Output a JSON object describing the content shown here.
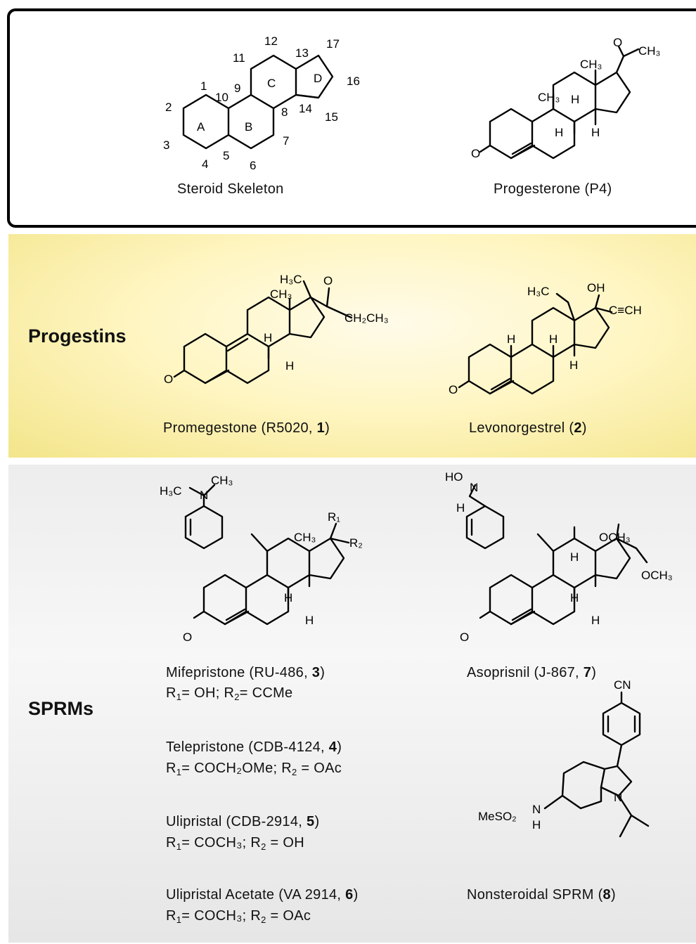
{
  "top": {
    "skeleton_caption": "Steroid Skeleton",
    "progesterone_caption": "Progesterone (P4)",
    "ring_letters": [
      "A",
      "B",
      "C",
      "D"
    ],
    "atom_numbers": [
      "1",
      "2",
      "3",
      "4",
      "5",
      "6",
      "7",
      "8",
      "9",
      "10",
      "11",
      "12",
      "13",
      "14",
      "15",
      "16",
      "17"
    ]
  },
  "progestins": {
    "label": "Progestins",
    "promegestone": {
      "name": "Promegestone (R5020, ",
      "num": "1",
      "close": ")"
    },
    "levonorgestrel": {
      "name": "Levonorgestrel (",
      "num": "2",
      "close": ")"
    }
  },
  "sprms": {
    "label": "SPRMs",
    "mifepristone": {
      "name": "Mifepristone (RU-486, ",
      "num": "3",
      "close": ")",
      "r1": "OH",
      "r2": "CCMe"
    },
    "telepristone": {
      "name": "Telepristone (CDB-4124, ",
      "num": "4",
      "close": ")",
      "r1": "COCH₂OMe",
      "r2": "OAc"
    },
    "ulipristal": {
      "name": "Ulipristal (CDB-2914, ",
      "num": "5",
      "close": ")",
      "r1": "COCH₃",
      "r2": "OH"
    },
    "ulipristal_acetate": {
      "name": "Ulipristal Acetate (VA 2914, ",
      "num": "6",
      "close": ")",
      "r1": "COCH₃",
      "r2": "OAc"
    },
    "asoprisnil": {
      "name": "Asoprisnil (J-867, ",
      "num": "7",
      "close": ")"
    },
    "nonsteroidal": {
      "name": "Nonsteroidal SPRM (",
      "num": "8",
      "close": ")"
    }
  },
  "atoms": {
    "O": "O",
    "CH3": "CH₃",
    "H": "H",
    "H3C": "H₃C",
    "OH": "OH",
    "CCH": "C≡CH",
    "CH2CH3": "CH₂CH₃",
    "R1": "R₁",
    "R2": "R₂",
    "N": "N",
    "HO": "HO",
    "OCH3": "OCH₃",
    "CN": "CN",
    "MeSO2": "MeSO₂"
  }
}
